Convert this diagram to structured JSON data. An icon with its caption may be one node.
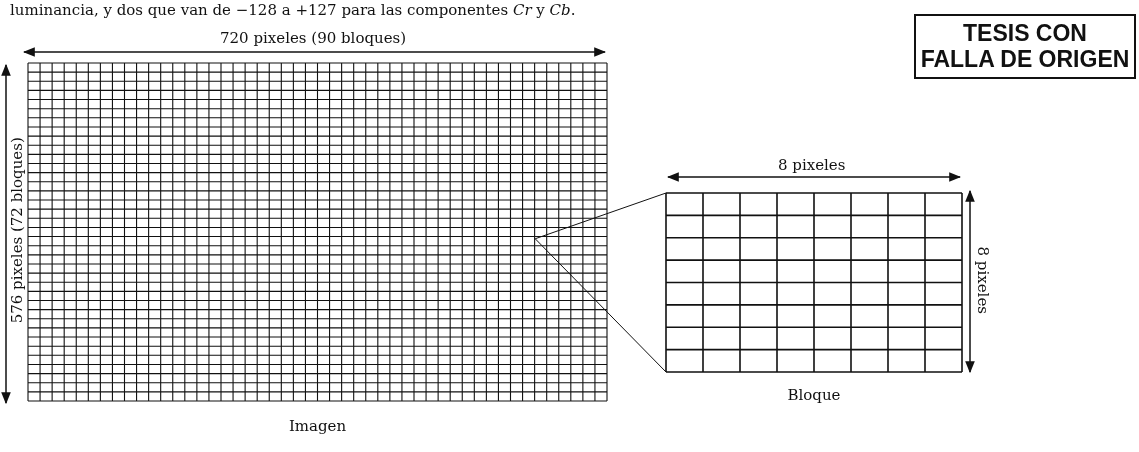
{
  "diagram": {
    "nodes": [
      {
        "text": [
          "Imagen"
        ]
      },
      {
        "text": [
          "Bloque"
        ]
      }
    ],
    "edges": [
      {
        "from": 0,
        "to": 1,
        "arrow": "none"
      },
      {
        "from": 0,
        "to": 1,
        "arrow": "none"
      }
    ],
    "labels": [
      "luminancia, y dos que van de −128 a +127 para las componentes *Cr* y *Cb*.",
      "720 pixeles (90 bloques)",
      "576 pixeles (72 bloques)",
      "8 pixeles",
      "8 pixeles",
      "TESIS CON FALLA DE ORIGEN"
    ]
  }
}
